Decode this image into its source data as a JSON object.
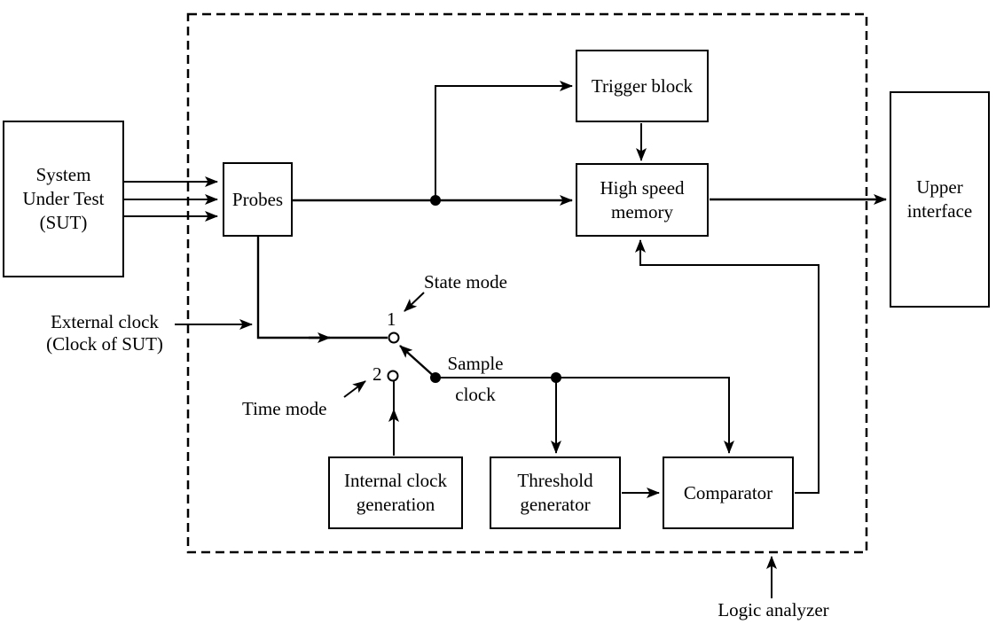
{
  "blocks": {
    "sut": {
      "label": "System\nUnder Test\n(SUT)"
    },
    "probes": {
      "label": "Probes"
    },
    "trigger_block": {
      "label": "Trigger block"
    },
    "high_speed_memory": {
      "label": "High speed\nmemory"
    },
    "upper_interface": {
      "label": "Upper\ninterface"
    },
    "internal_clock_generation": {
      "label": "Internal clock\ngeneration"
    },
    "threshold_generator": {
      "label": "Threshold\ngenerator"
    },
    "comparator": {
      "label": "Comparator"
    }
  },
  "annotations": {
    "external_clock": "External clock\n(Clock of SUT)",
    "state_mode": "State mode",
    "time_mode": "Time mode",
    "sample_clock": "Sample\nclock",
    "logic_analyzer": "Logic analyzer",
    "switch_position_1": "1",
    "switch_position_2": "2"
  },
  "colors": {
    "ink": "#000000",
    "background": "#ffffff"
  }
}
